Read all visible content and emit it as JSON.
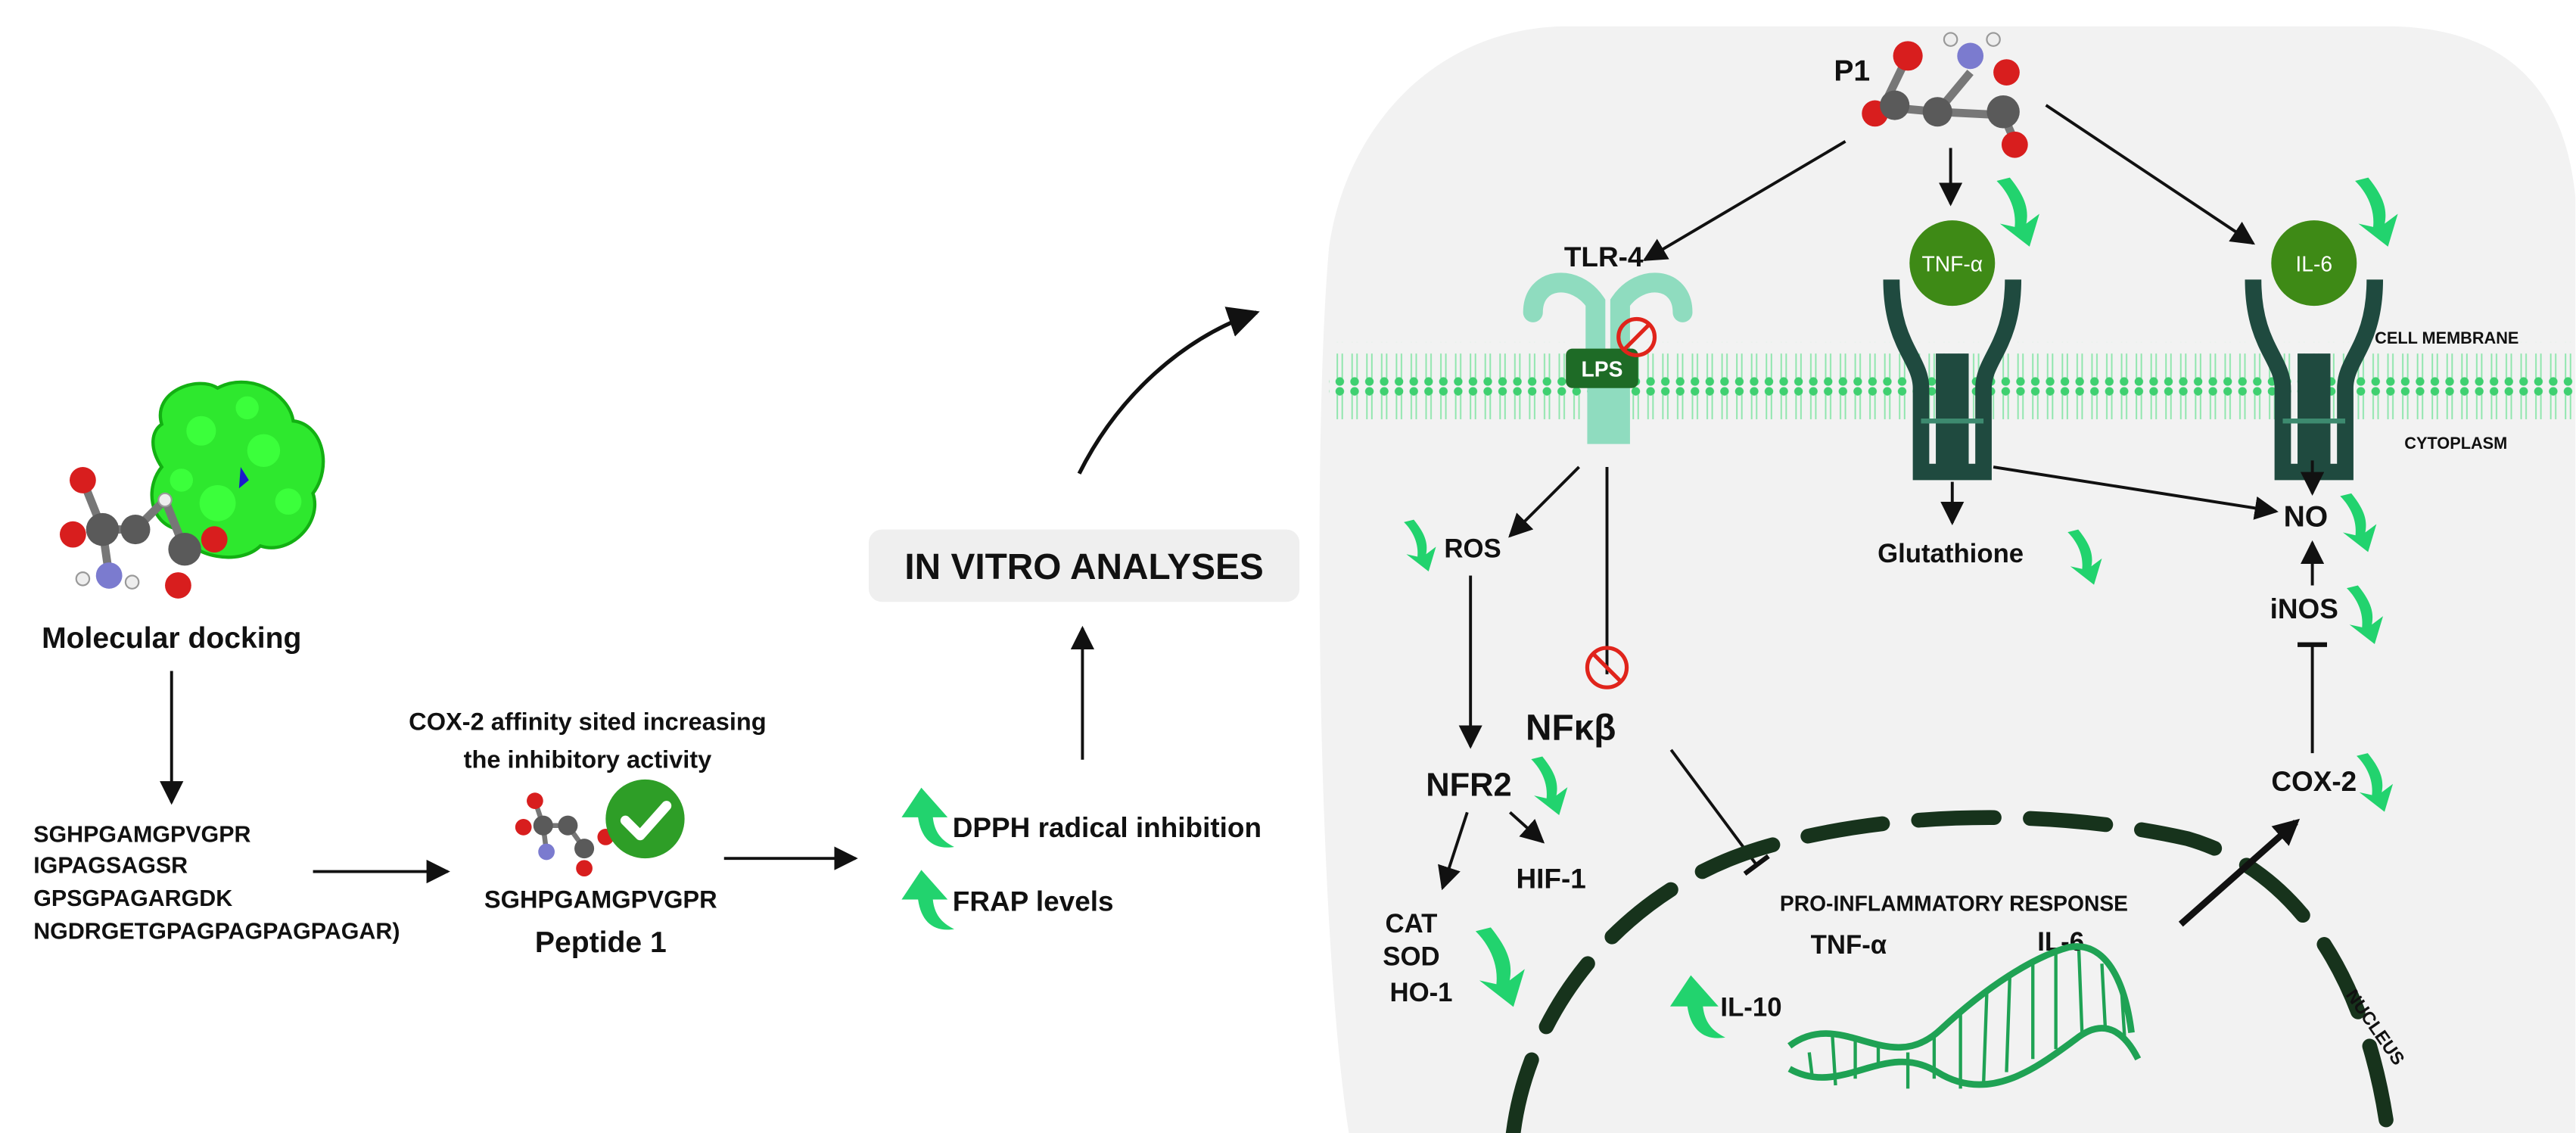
{
  "docking": {
    "title": "Molecular docking",
    "peptides": [
      "SGHPGAMGPVGPR",
      "IGPAGSAGSR",
      "GPSGPAGARGDK",
      "NGDRGETGPAGPAGPAGPAGAR)"
    ]
  },
  "peptide1": {
    "caption_line1": "COX-2 affinity sited increasing",
    "caption_line2": "the inhibitory activity",
    "sequence": "SGHPGAMGPVGPR",
    "name": "Peptide 1"
  },
  "assays": {
    "dpph": "DPPH radical inhibition",
    "frap": "FRAP levels"
  },
  "in_vitro_label": "IN VITRO ANALYSES",
  "cell": {
    "p1": "P1",
    "tlr4": "TLR-4",
    "lps": "LPS",
    "tnf_receptor": "TNF-α",
    "il6_receptor": "IL-6",
    "cell_membrane": "CELL MEMBRANE",
    "cytoplasm": "CYTOPLASM",
    "ros": "ROS",
    "nfkb": "NFκβ",
    "nfr2": "NFR2",
    "hif1": "HIF-1",
    "cat": "CAT",
    "sod": "SOD",
    "ho1": "HO-1",
    "glutathione": "Glutathione",
    "no": "NO",
    "inos": "iNOS",
    "cox2": "COX-2",
    "pro_inflammatory": "PRO-INFLAMMATORY RESPONSE",
    "tnf_alpha": "TNF-α",
    "il6": "IL-6",
    "il10": "IL-10",
    "nucleus": "NUCLEUS"
  },
  "colors": {
    "arrow_green": "#22d36e",
    "membrane_green": "#3fd070",
    "tlr4_teal": "#8fdcbf",
    "receptor_dark": "#1f4a3f",
    "ligand_green": "#3e8a16",
    "lps_green": "#1e6b26",
    "inhibit_red": "#e0241b",
    "cell_bg": "#f2f2f2",
    "nucleus_dash": "#17331c"
  },
  "icons": [
    "up-arrow-icon",
    "down-arrow-icon",
    "inhibition-icon",
    "check-icon",
    "molecule-icon",
    "protein-surface-icon",
    "dna-icon"
  ]
}
